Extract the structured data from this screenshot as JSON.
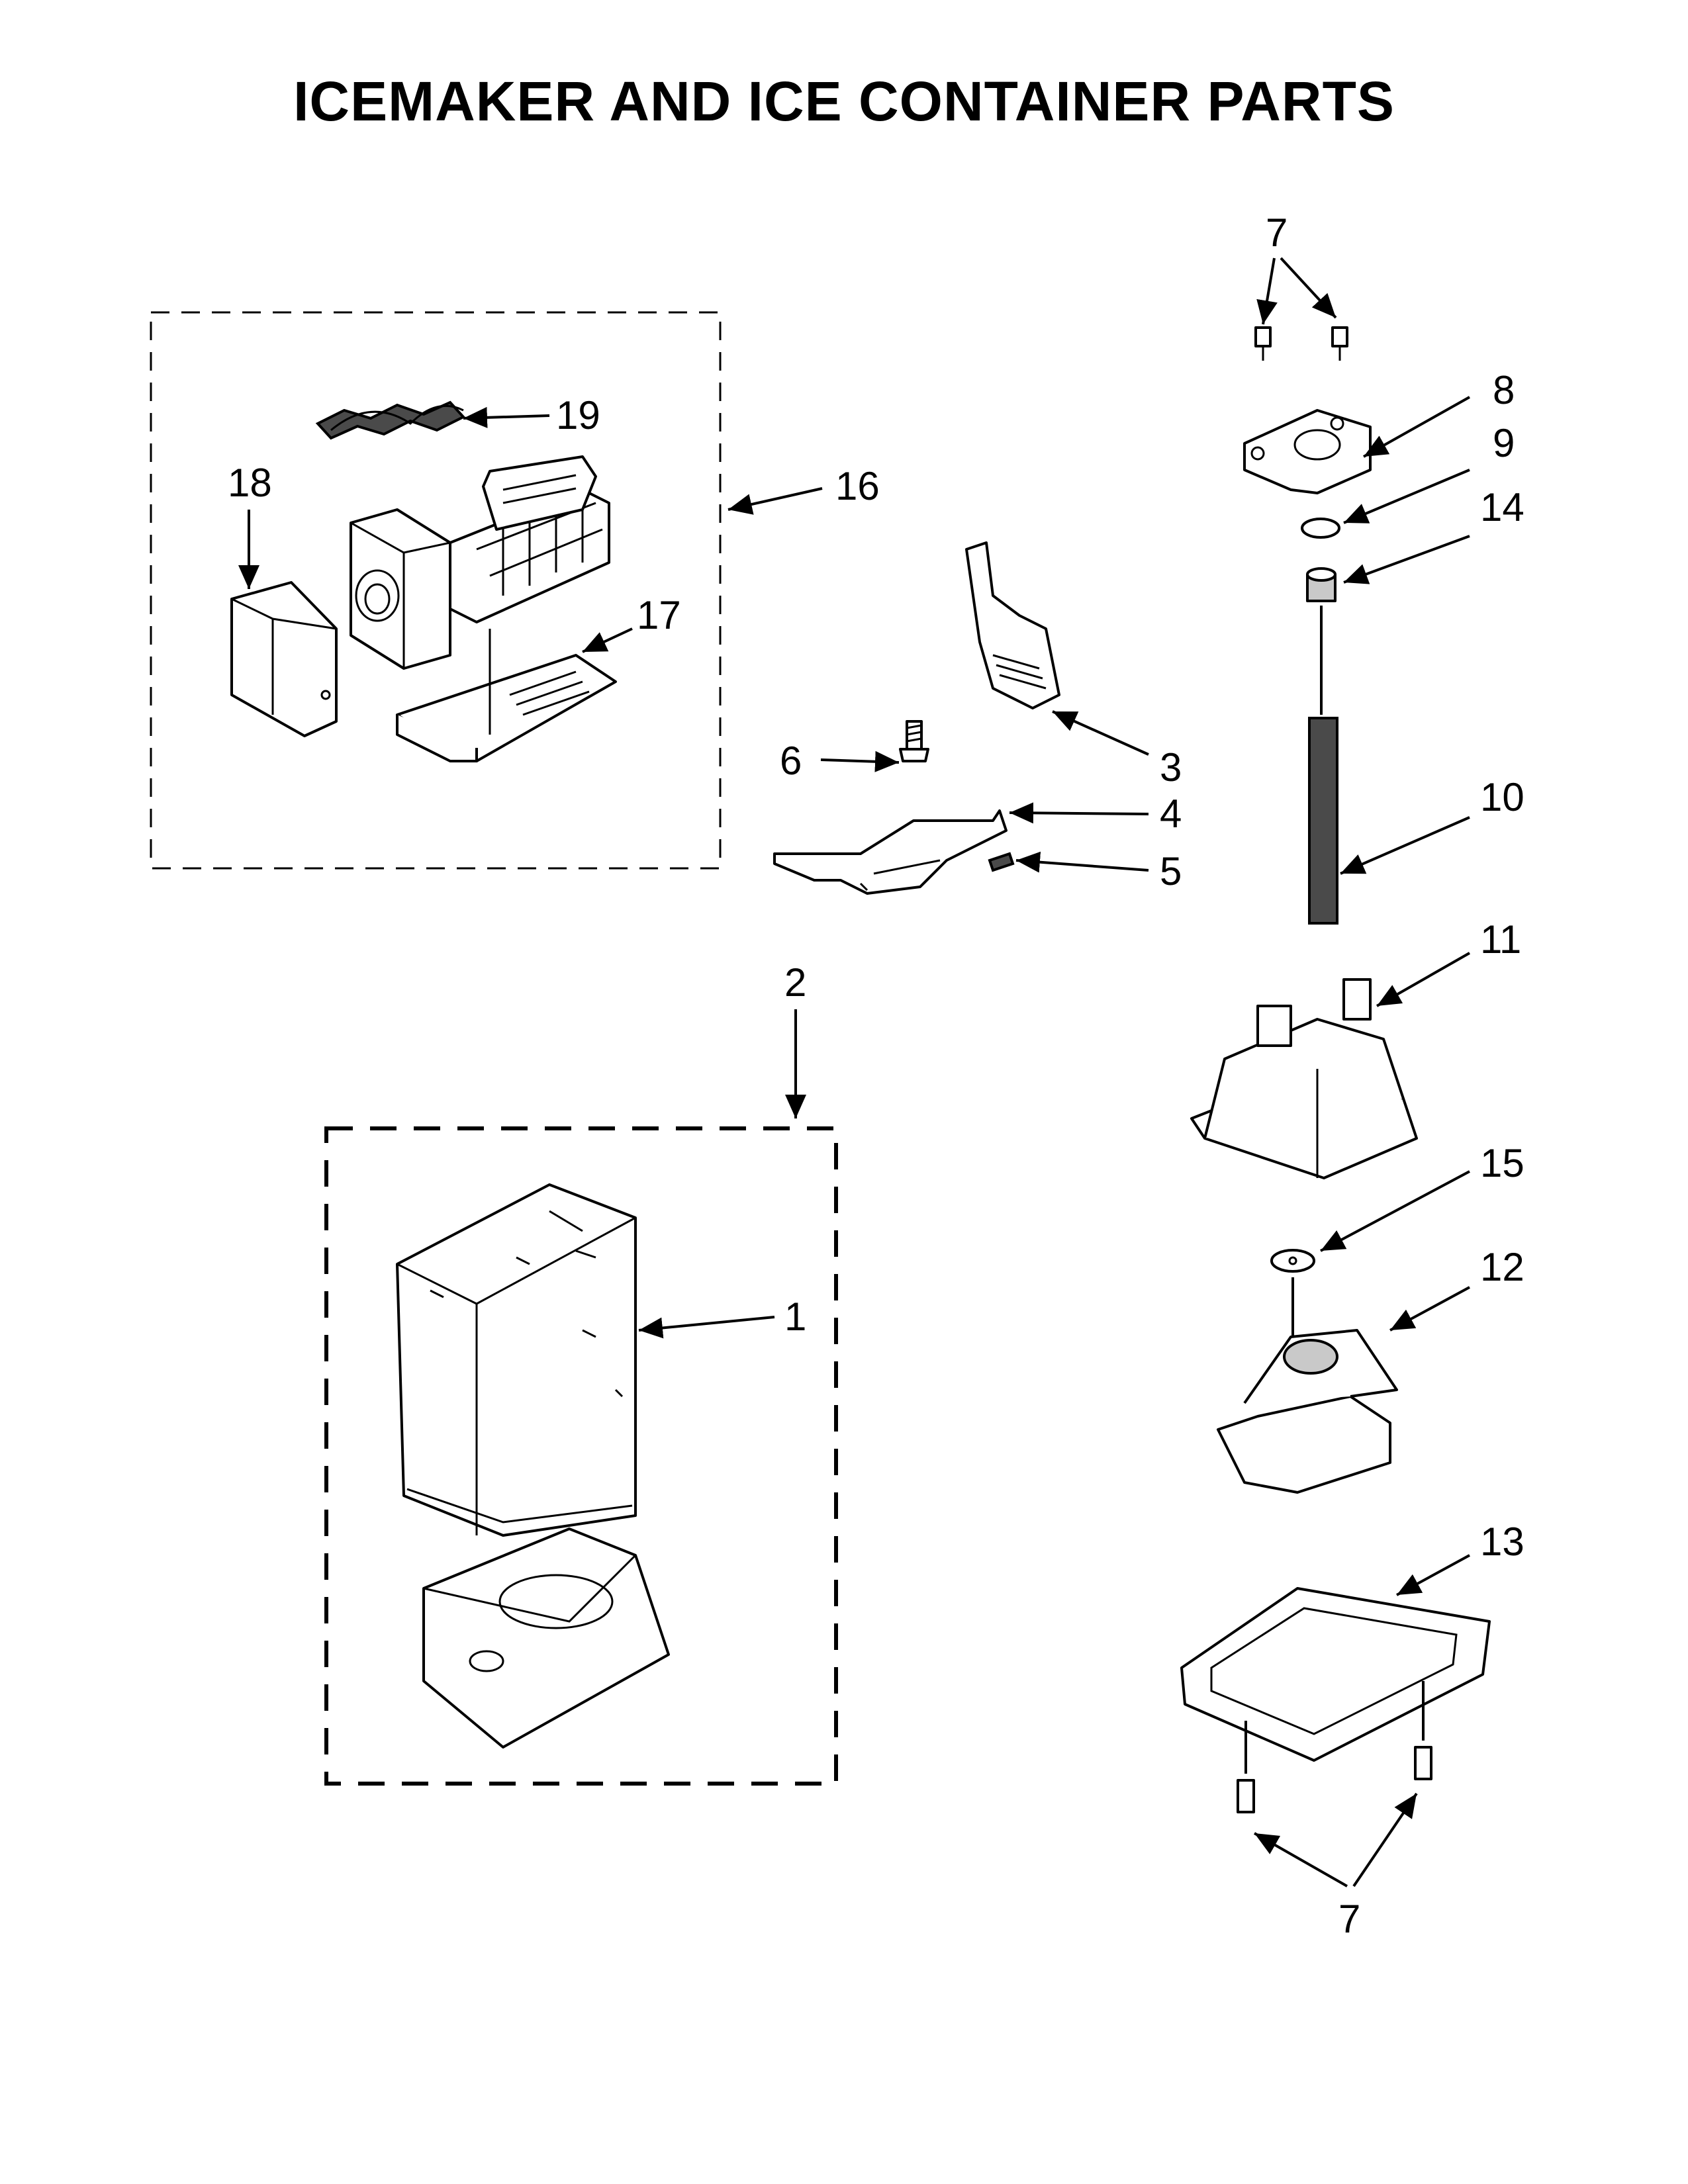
{
  "title": "ICEMAKER AND ICE CONTAINER PARTS",
  "callouts": {
    "c1": "1",
    "c2": "2",
    "c3": "3",
    "c4": "4",
    "c5": "5",
    "c6": "6",
    "c7_top": "7",
    "c7_bottom": "7",
    "c8": "8",
    "c9": "9",
    "c10": "10",
    "c11": "11",
    "c12": "12",
    "c13": "13",
    "c14": "14",
    "c15": "15",
    "c16": "16",
    "c17": "17",
    "c18": "18",
    "c19": "19"
  }
}
